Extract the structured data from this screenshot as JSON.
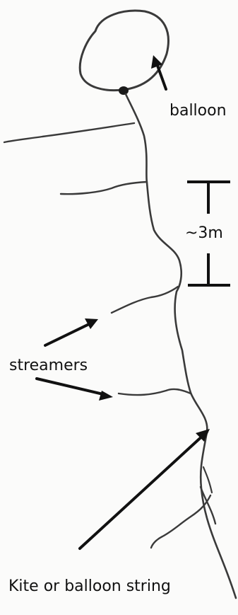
{
  "labels": {
    "balloon": "balloon",
    "spacing": "~3m",
    "streamers": "streamers",
    "string": "Kite or balloon string"
  },
  "colors": {
    "ink": "#111111",
    "pencil": "#3a3a3a",
    "paper": "#fbfbfa"
  }
}
